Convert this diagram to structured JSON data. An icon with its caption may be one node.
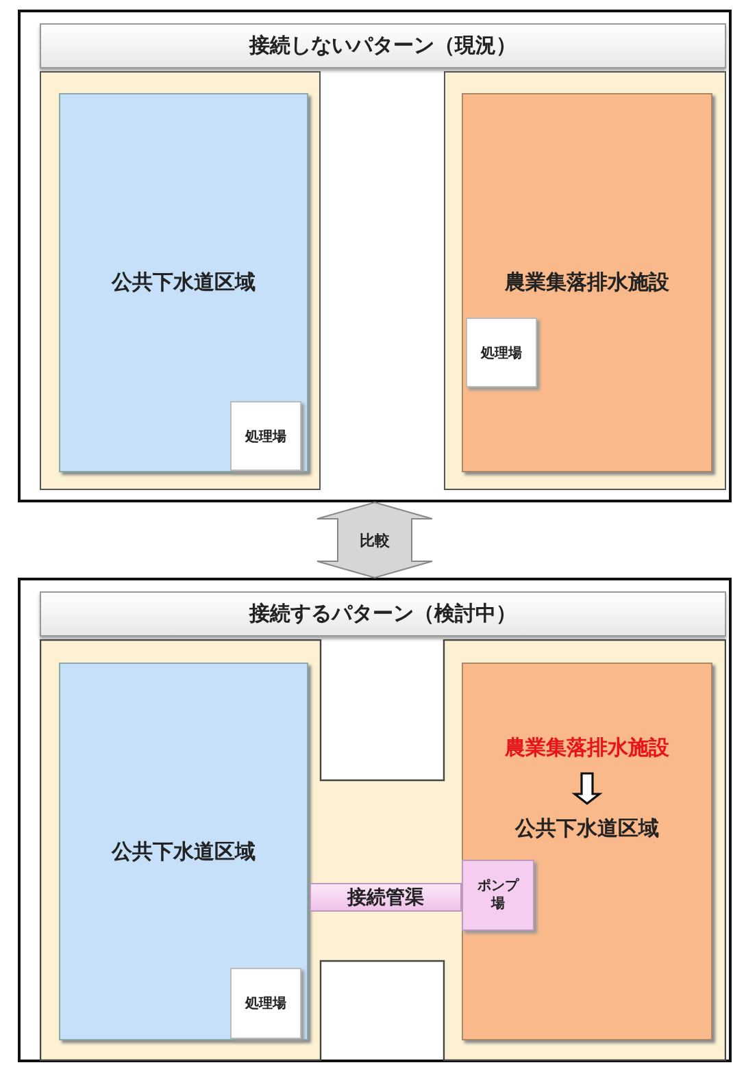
{
  "diagram": {
    "nodes": [
      {
        "text": [],
        "shape": "box"
      },
      {
        "text": [
          "接続しないパターン（現況）"
        ],
        "in": 0
      },
      {
        "text": [],
        "shape": "box",
        "in": 0
      },
      {
        "text": [
          "公共下水道区域"
        ],
        "in": 2
      },
      {
        "text": [
          "処理場"
        ],
        "in": 3
      },
      {
        "text": [],
        "shape": "box",
        "in": 0
      },
      {
        "text": [
          "農業集落排水施設"
        ],
        "in": 5
      },
      {
        "text": [
          "処理場"
        ],
        "in": 6
      },
      {
        "text": [],
        "shape": "box"
      },
      {
        "text": [
          "接続するパターン（検討中）"
        ],
        "in": 8
      },
      {
        "text": [],
        "shape": "box",
        "in": 8
      },
      {
        "text": [
          "公共下水道区域"
        ],
        "in": 10
      },
      {
        "text": [
          "処理場"
        ],
        "in": 11
      },
      {
        "text": [],
        "shape": "box",
        "in": 10
      },
      {
        "text": [
          "農業集落排水施設"
        ],
        "in": 13
      },
      {
        "text": [
          "公共下水道区域"
        ],
        "in": 13
      },
      {
        "text": [
          "ポンプ場"
        ],
        "in": 13
      },
      {
        "text": [
          "接続管渠"
        ],
        "in": 10
      }
    ],
    "edges": [
      {
        "from": 0,
        "to": 8,
        "arrow": "both",
        "label": "比較"
      },
      {
        "from": 14,
        "to": 15,
        "arrow": "to"
      }
    ]
  }
}
